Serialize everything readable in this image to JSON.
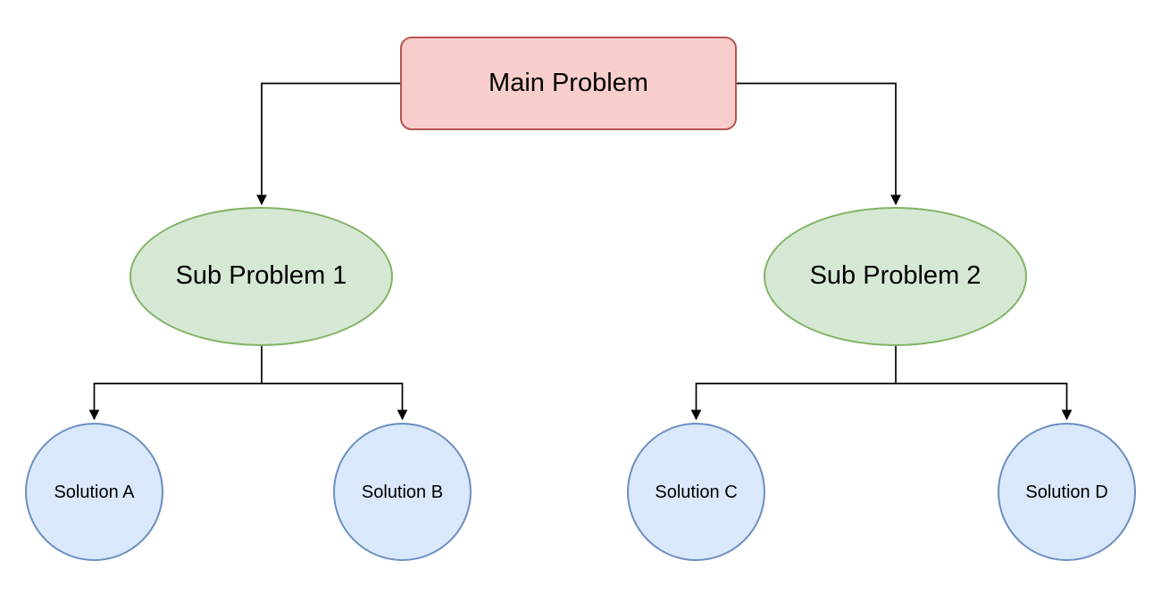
{
  "diagram": {
    "type": "tree",
    "nodes": {
      "main_problem": {
        "label": "Main Problem",
        "shape": "rounded-rectangle"
      },
      "sub_problem_1": {
        "label": "Sub Problem 1",
        "shape": "ellipse"
      },
      "sub_problem_2": {
        "label": "Sub Problem 2",
        "shape": "ellipse"
      },
      "solution_a": {
        "label": "Solution A",
        "shape": "circle"
      },
      "solution_b": {
        "label": "Solution B",
        "shape": "circle"
      },
      "solution_c": {
        "label": "Solution C",
        "shape": "circle"
      },
      "solution_d": {
        "label": "Solution D",
        "shape": "circle"
      }
    },
    "edges": [
      {
        "from": "main_problem",
        "to": "sub_problem_1",
        "arrow": "filled-triangle"
      },
      {
        "from": "main_problem",
        "to": "sub_problem_2",
        "arrow": "filled-triangle"
      },
      {
        "from": "sub_problem_1",
        "to": "solution_a",
        "arrow": "filled-triangle"
      },
      {
        "from": "sub_problem_1",
        "to": "solution_b",
        "arrow": "filled-triangle"
      },
      {
        "from": "sub_problem_2",
        "to": "solution_c",
        "arrow": "filled-triangle"
      },
      {
        "from": "sub_problem_2",
        "to": "solution_d",
        "arrow": "filled-triangle"
      }
    ]
  },
  "colors": {
    "canvas-bg": "#ffffff",
    "text": "#000000",
    "edge": "#000000",
    "problem-fill": "#f8cecc",
    "problem-stroke": "#b85450",
    "subproblem-fill": "#d5e8d4",
    "subproblem-stroke": "#82b366",
    "solution-fill": "#dae8fc",
    "solution-stroke": "#6c8ebf"
  }
}
